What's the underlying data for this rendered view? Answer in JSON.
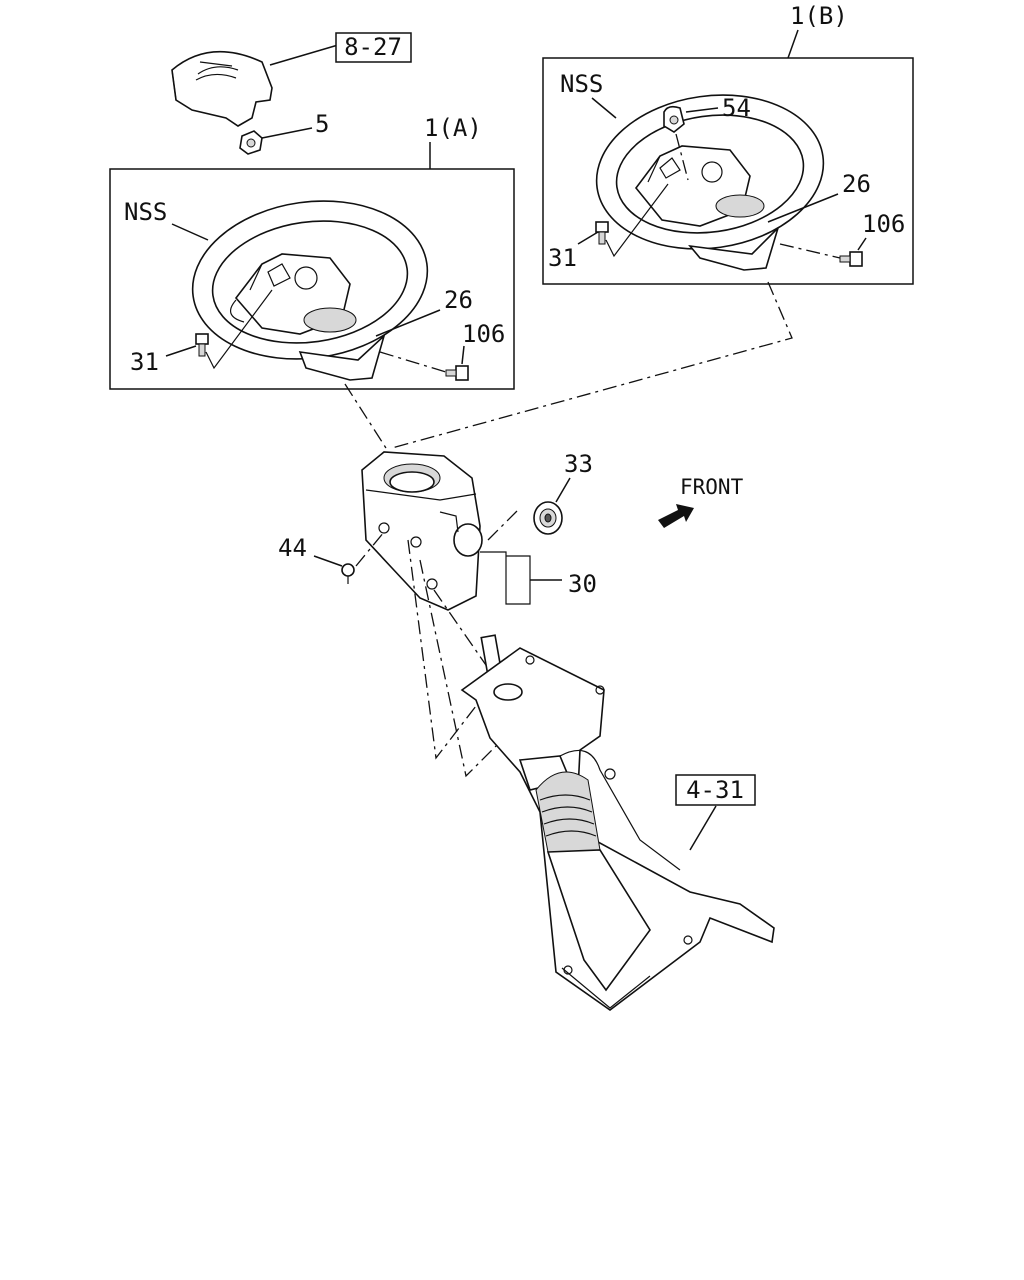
{
  "refs": {
    "airbag_ref": "8-27",
    "column_ref": "4-31"
  },
  "variants": {
    "a": "1(A)",
    "b": "1(B)"
  },
  "callouts": {
    "nut": "5",
    "nss_a": "NSS",
    "nss_b": "NSS",
    "bolt_a": "31",
    "bolt_b": "31",
    "cover_a": "26",
    "cover_b": "26",
    "screw_a": "106",
    "screw_b": "106",
    "switch": "54",
    "grommet": "33",
    "clip": "44",
    "column_cover": "30"
  },
  "direction": {
    "label": "FRONT",
    "arrow_icon": "front-arrow-icon"
  }
}
